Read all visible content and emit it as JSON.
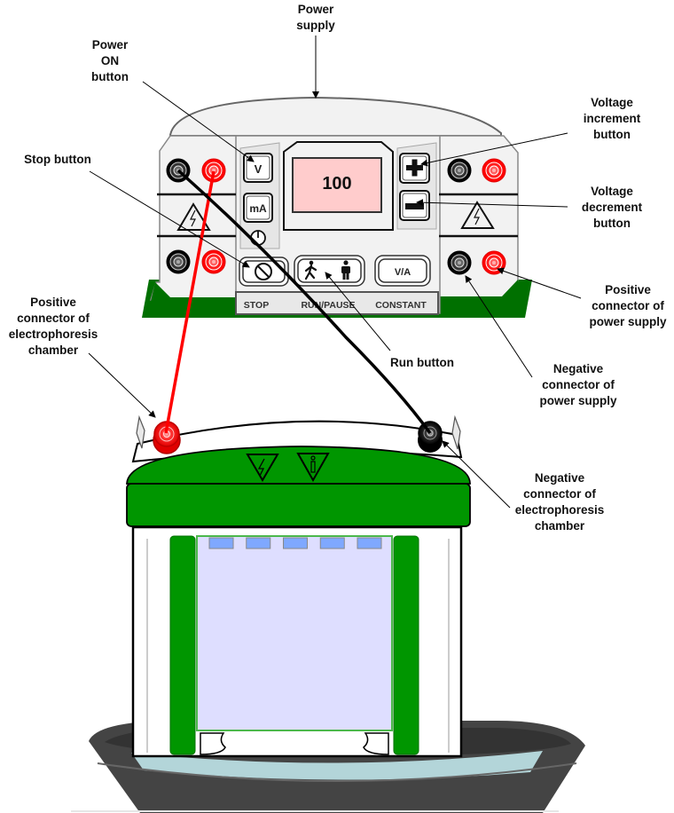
{
  "title": "Electrophoresis power supply and chamber setup",
  "labels": {
    "power_supply": "Power\nsupply",
    "power_on_button": "Power\nON\nbutton",
    "stop_button": "Stop button",
    "voltage_increment": "Voltage\nincrement\nbutton",
    "voltage_decrement": "Voltage\ndecrement\nbutton",
    "positive_connector_power": "Positive\nconnector of\npower supply",
    "negative_connector_power": "Negative\nconnector of\npower supply",
    "run_button": "Run button",
    "positive_connector_chamber": "Positive\nconnector of\nelectrophoresis\nchamber",
    "negative_connector_chamber": "Negative\nconnector of\nelectrophoresis\nchamber"
  },
  "power_supply": {
    "display_value": "100",
    "mode_buttons": {
      "voltage": "V",
      "current": "mA"
    },
    "constant_button": "V/A",
    "bottom_labels": {
      "stop": "STOP",
      "run_pause": "RUN/PAUSE",
      "constant": "CONSTANT"
    },
    "icons": [
      "power-icon",
      "stop-icon",
      "walking-person-icon",
      "standing-person-icon",
      "plus-icon",
      "minus-icon",
      "high-voltage-warning-icon"
    ]
  },
  "chamber": {
    "wells": 5,
    "icons": [
      "high-voltage-warning-icon",
      "info-warning-icon"
    ]
  },
  "colors": {
    "green": "#009600",
    "dark_green": "#007000",
    "red_lead": "#ff0000",
    "black_lead": "#000000",
    "display_bg": "#ffcccc",
    "gel": "#dedeff",
    "well": "#7fa8ff",
    "panel_gray": "#f2f2f2",
    "tray": "#444444"
  }
}
